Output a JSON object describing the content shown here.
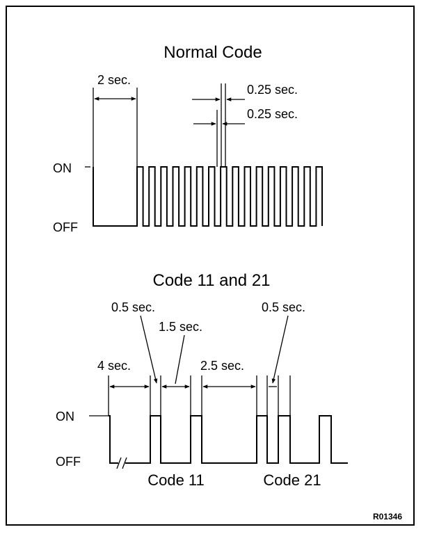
{
  "normal": {
    "title": "Normal Code",
    "on_label": "ON",
    "off_label": "OFF",
    "dim_off_period": "2 sec.",
    "dim_on_pulse": "0.25 sec.",
    "dim_off_pulse": "0.25 sec.",
    "pulse_count": 16
  },
  "codes": {
    "title": "Code 11 and 21",
    "on_label": "ON",
    "off_label": "OFF",
    "dim_start": "4 sec.",
    "dim_pulse_a": "0.5 sec.",
    "dim_gap_a": "1.5 sec.",
    "dim_sep": "2.5 sec.",
    "dim_pulse_b": "0.5 sec.",
    "label_code_a": "Code 11",
    "label_code_b": "Code 21"
  },
  "figure_ref": "R01346"
}
